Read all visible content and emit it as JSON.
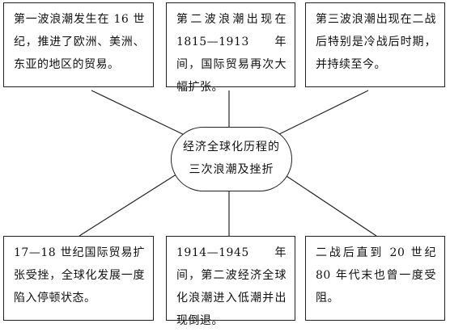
{
  "center": {
    "line1": "经济全球化历程的",
    "line2": "三次浪潮及挫折"
  },
  "top": [
    {
      "text": "第一波浪潮发生在 16 世纪，推进了欧洲、美洲、东亚的地区的贸易。"
    },
    {
      "text": "第二波浪潮出现在 1815—1913 年间，国际贸易再次大幅扩张。"
    },
    {
      "text": "第三波浪潮出现在二战后特别是冷战后时期，并持续至今。"
    }
  ],
  "bottom": [
    {
      "text": "17—18 世纪国际贸易扩张受挫，全球化发展一度陷入停顿状态。"
    },
    {
      "text": "1914—1945 年间，第二波经济全球化浪潮进入低潮并出现倒退。"
    },
    {
      "text": "二战后直到 20 世纪 80 年代末也曾一度受阻。"
    }
  ]
}
